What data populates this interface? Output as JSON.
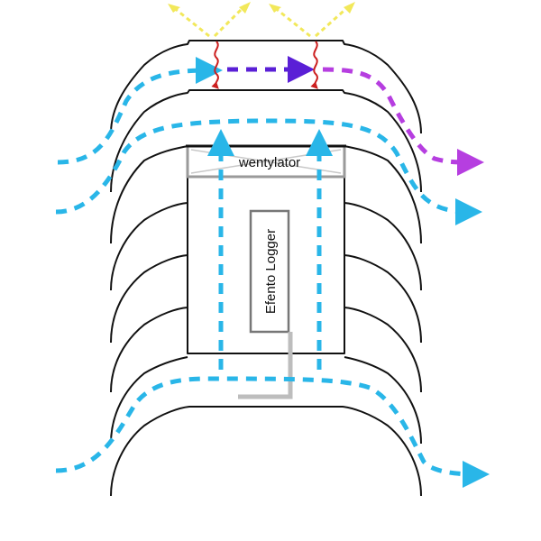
{
  "diagram": {
    "fan": {
      "label": "wentylator"
    },
    "logger": {
      "label": "Efento Logger"
    }
  },
  "colors": {
    "plate": "#111111",
    "airflow": "#29b6e8",
    "warm_flow": "#5a1fd6",
    "exhaust_flow": "#b63ee0",
    "sun_rays": "#f2e85a",
    "heat_waves": "#cc1f1f",
    "fan_frame": "#9a9a9a",
    "logger_frame": "#777777",
    "probe": "#bdbdbd"
  },
  "icons": {
    "sun_rays": "arrow-up-diagonal",
    "heat": "wavy-arrow-down",
    "fan": "boxed-cross"
  }
}
